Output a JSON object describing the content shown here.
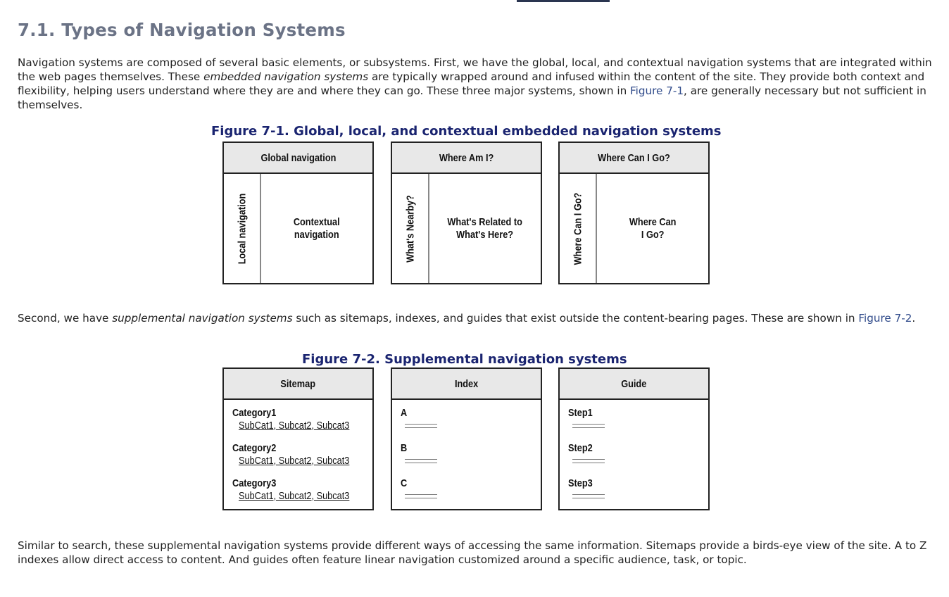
{
  "heading": "7.1. Types of Navigation Systems",
  "para1": {
    "t1": "Navigation systems are composed of several basic elements, or subsystems. First, we have the global, local, and contextual navigation systems that are integrated within the web pages themselves. These ",
    "em": "embedded navigation systems",
    "t2": " are typically wrapped around and infused within the content of the site. They provide both context and flexibility, helping users understand where they are and where they can go. These three major systems, shown in ",
    "link": "Figure 7-1",
    "t3": ", are generally necessary but not sufficient in themselves."
  },
  "figure1": {
    "title": "Figure 7-1. Global, local, and contextual embedded navigation systems",
    "boxes": [
      {
        "header": "Global navigation",
        "side": "Local navigation",
        "center": "Contextual\nnavigation"
      },
      {
        "header": "Where Am I?",
        "side": "What's Nearby?",
        "center": "What's Related to\nWhat's Here?"
      },
      {
        "header": "Where Can I Go?",
        "side": "Where Can I Go?",
        "center": "Where Can\nI Go?"
      }
    ]
  },
  "para2": {
    "t1": "Second, we have ",
    "em": "supplemental navigation systems",
    "t2": " such as sitemaps, indexes, and guides that exist outside the content-bearing pages. These are shown in ",
    "link": "Figure 7-2",
    "t3": "."
  },
  "figure2": {
    "title": "Figure 7-2. Supplemental navigation systems",
    "sitemap": {
      "header": "Sitemap",
      "entries": [
        {
          "category": "Category1",
          "subs": "SubCat1, Subcat2, Subcat3"
        },
        {
          "category": "Category2",
          "subs": "SubCat1, Subcat2, Subcat3"
        },
        {
          "category": "Category3",
          "subs": "SubCat1, Subcat2, Subcat3"
        }
      ]
    },
    "index": {
      "header": "Index",
      "letters": [
        "A",
        "B",
        "C"
      ]
    },
    "guide": {
      "header": "Guide",
      "steps": [
        "Step1",
        "Step2",
        "Step3"
      ]
    }
  },
  "para3": "Similar to search, these supplemental navigation systems provide different ways of accessing the same information. Sitemaps provide a birds-eye view of the site. A to Z indexes allow direct access to content. And guides often feature linear navigation customized around a specific audience, task, or topic."
}
